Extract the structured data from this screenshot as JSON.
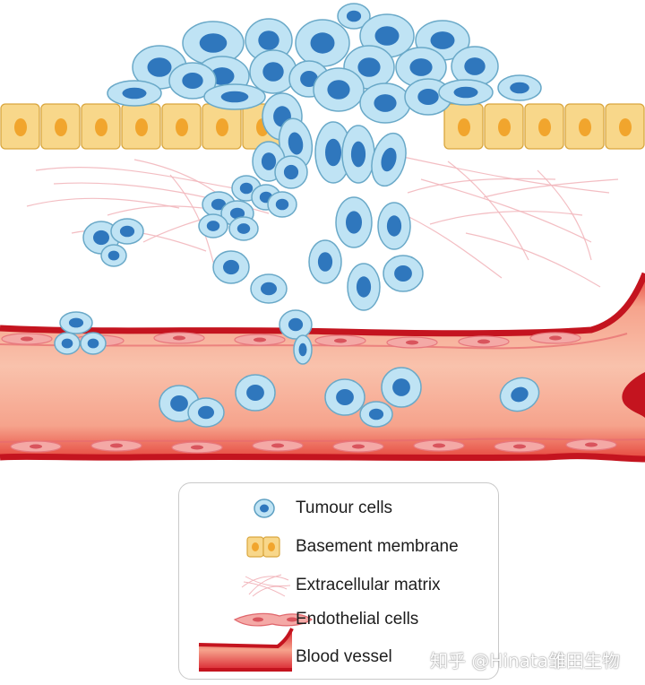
{
  "colors": {
    "tumour_fill": "#bfe3f4",
    "tumour_stroke": "#6aa9c8",
    "nucleus": "#2f77bd",
    "membrane_fill": "#f8d78a",
    "membrane_nucleus": "#f1a52d",
    "vessel_red": "#d81e2b",
    "vessel_inner": "#f39a86",
    "matrix_fiber": "#f2b7bd",
    "endothelial": "#e7787e"
  },
  "legend": {
    "items": [
      {
        "icon": "tumour-cell-icon",
        "label": "Tumour cells"
      },
      {
        "icon": "basement-membrane-icon",
        "label": "Basement membrane"
      },
      {
        "icon": "extracellular-matrix-icon",
        "label": "Extracellular matrix"
      },
      {
        "icon": "endothelial-cells-icon",
        "label": "Endothelial cells"
      },
      {
        "icon": "blood-vessel-icon",
        "label": "Blood vessel"
      }
    ]
  },
  "watermark": "知乎 @Hinata雏田生物"
}
